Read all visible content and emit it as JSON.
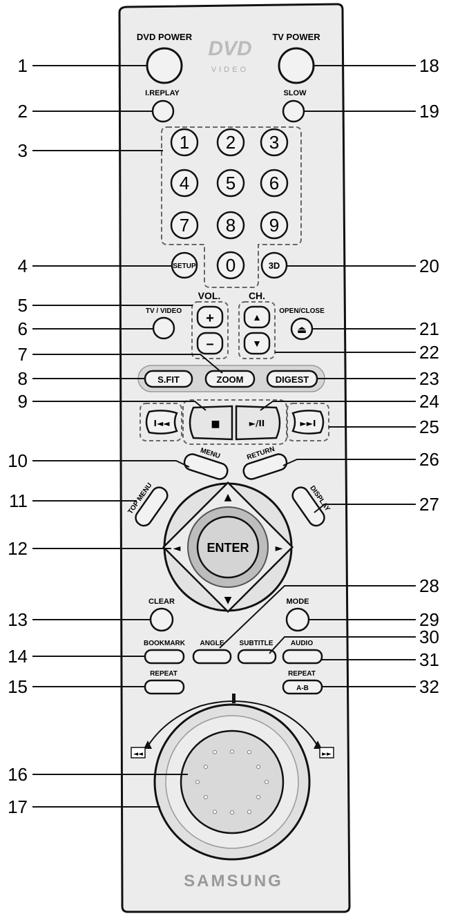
{
  "colors": {
    "body": "#ececec",
    "outline": "#111111",
    "button_fill": "#f2f2f2",
    "key_gray": "#cfcfcf",
    "dpad_ring": "#e2e2e2",
    "enter_fill": "#d4d4d4"
  },
  "remote": {
    "brand": "SAMSUNG",
    "dvd_logo": "DVD",
    "dvd_logo_sub": "VIDEO"
  },
  "buttons": {
    "dvd_power": "DVD POWER",
    "tv_power": "TV POWER",
    "ireplay": "I.REPLAY",
    "slow": "SLOW",
    "digits": [
      "1",
      "2",
      "3",
      "4",
      "5",
      "6",
      "7",
      "8",
      "9",
      "0"
    ],
    "setup": "SETUP",
    "three_d": "3D",
    "tv_video": "TV / VIDEO",
    "vol": "VOL.",
    "vol_plus": "+",
    "vol_minus": "–",
    "ch": "CH.",
    "ch_up": "▲",
    "ch_down": "▼",
    "open_close": "OPEN/CLOSE",
    "eject": "⏏",
    "sfit": "S.FIT",
    "zoom": "ZOOM",
    "digest": "DIGEST",
    "stop": "■",
    "play_pause": "►/II",
    "skip_back": "I◄◄",
    "skip_fwd": "►►I",
    "menu": "MENU",
    "return": "RETURN",
    "top_menu": "TOP MENU",
    "display": "DISPLAY",
    "enter": "ENTER",
    "arrow_up": "▲",
    "arrow_down": "▼",
    "arrow_left": "◄",
    "arrow_right": "►",
    "clear": "CLEAR",
    "mode": "MODE",
    "angle": "ANGLE",
    "subtitle": "SUBTITLE",
    "bookmark": "BOOKMARK",
    "audio": "AUDIO",
    "repeat": "REPEAT",
    "repeat_ab": "REPEAT",
    "ab": "A-B",
    "rewind": "◄◄",
    "ffwd": "►►"
  },
  "callouts_left": [
    "1",
    "2",
    "3",
    "4",
    "5",
    "6",
    "7",
    "8",
    "9",
    "10",
    "11",
    "12",
    "13",
    "14",
    "15",
    "16",
    "17"
  ],
  "callouts_right": [
    "18",
    "19",
    "20",
    "21",
    "22",
    "23",
    "24",
    "25",
    "26",
    "27",
    "28",
    "29",
    "30",
    "31",
    "32"
  ]
}
